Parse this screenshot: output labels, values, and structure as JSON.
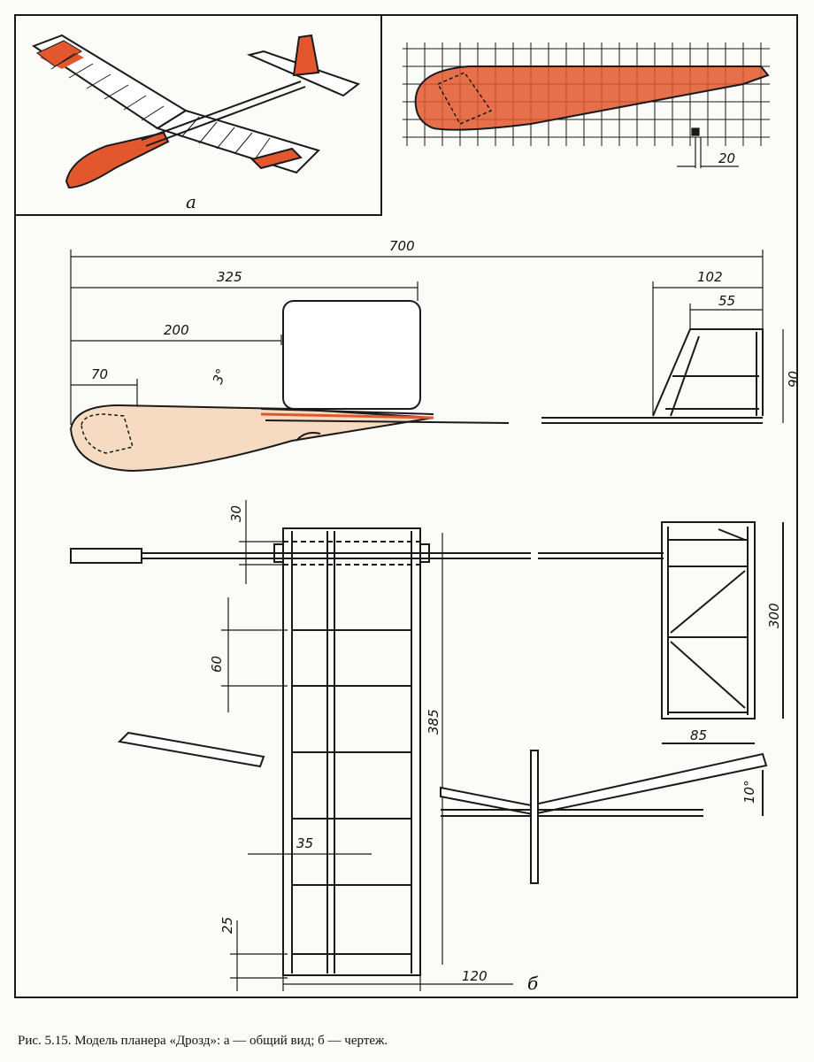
{
  "caption": "Рис. 5.15. Модель планера «Дрозд»: а — общий вид; б — чертеж.",
  "view_labels": {
    "general": "а",
    "drawing": "б"
  },
  "dimensions": {
    "total_length": "700",
    "wing_position": "325",
    "fuselage_front": "200",
    "nose": "70",
    "angle_small": "3°",
    "fin_base": "102",
    "fin_top": "55",
    "fin_height": "90",
    "spar_width": "30",
    "rib_spacing": "60",
    "half_span": "385",
    "center_width": "35",
    "tip_spacing": "25",
    "chord": "120",
    "stab_span": "300",
    "stab_chord": "85",
    "dihedral": "10°",
    "grid_cell": "20"
  },
  "colors": {
    "accent": "#e3572e",
    "accent_light": "#f2a27a",
    "wood": "#f3c49c",
    "line": "#1a1a1a",
    "paper": "#fbfbf8"
  }
}
